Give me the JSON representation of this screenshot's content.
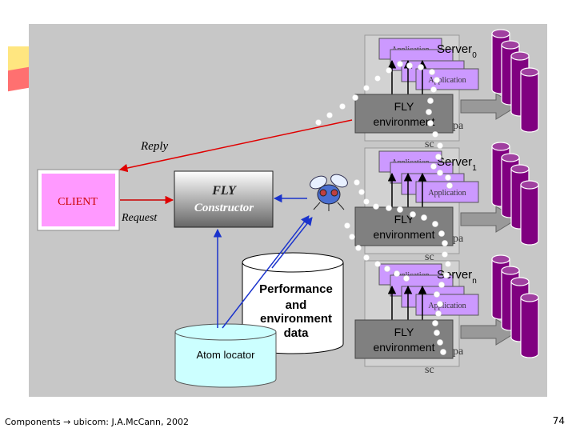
{
  "client": {
    "label": "CLIENT"
  },
  "constructor": {
    "line1": "FLY",
    "line2": "Constructor"
  },
  "reply_label": "Reply",
  "request_label": "Request",
  "performance_db": {
    "lines": [
      "Performance",
      "and",
      "environment",
      "data"
    ]
  },
  "atom_locator": {
    "label": "Atom locator"
  },
  "servers": [
    {
      "name": "Server",
      "subscript": "0",
      "env_line1": "FLY",
      "env_line2": "environment",
      "app_label": "Application",
      "frag_pa": "pa",
      "frag_sc": "sc"
    },
    {
      "name": "Server",
      "subscript": "1",
      "env_line1": "FLY",
      "env_line2": "environment",
      "app_label": "Application",
      "frag_pa": "pa",
      "frag_sc": "sc"
    },
    {
      "name": "Server",
      "subscript": "n",
      "env_line1": "FLY",
      "env_line2": "environment",
      "app_label": "Application",
      "frag_pa": "pa",
      "frag_sc": "sc"
    }
  ],
  "footer": {
    "text": "Components → ubicom: J.A.McCann, 2002",
    "page": "74"
  },
  "colors": {
    "panel": "#c7c7c7",
    "client_fill": "#ff99ff",
    "app_fill": "#cc99ff",
    "db_purple": "#800080",
    "reply_red": "#e00000",
    "request_red": "#cc0000",
    "arrow_blue": "#1a33cc",
    "fly_env": "#808080",
    "atom_locator": "#ccffff"
  }
}
